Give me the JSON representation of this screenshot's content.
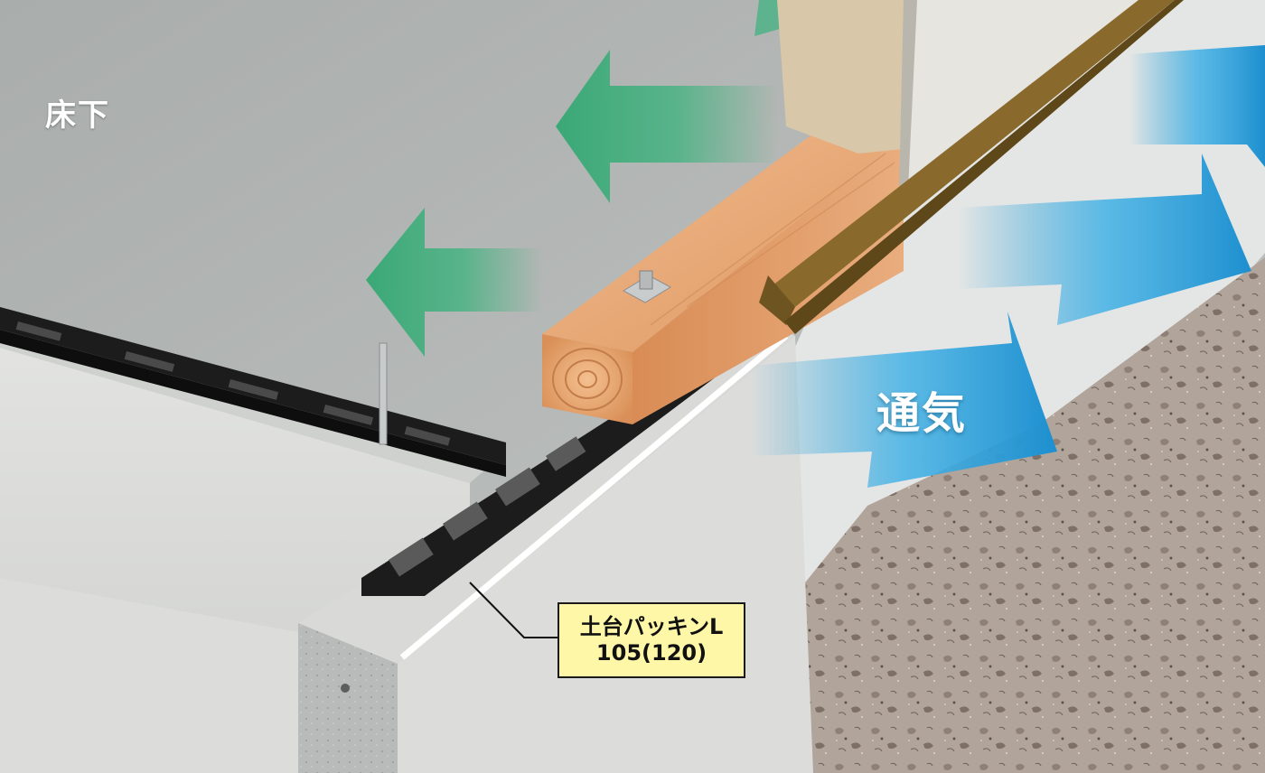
{
  "labels": {
    "under_floor": "床下",
    "ventilation": "通気"
  },
  "callout": {
    "line1": "土台パッキンL",
    "line2": "105(120)"
  },
  "colors": {
    "concrete": "#b8bcbb",
    "foundation_face": "#dadbd9",
    "packing": "#1c1c1c",
    "wood": "#e8a877",
    "green_arrow": "#49b383",
    "blue_arrow": "#2a9fd8",
    "gravel": "#a89c92",
    "callout_fill": "#fff7a8"
  }
}
